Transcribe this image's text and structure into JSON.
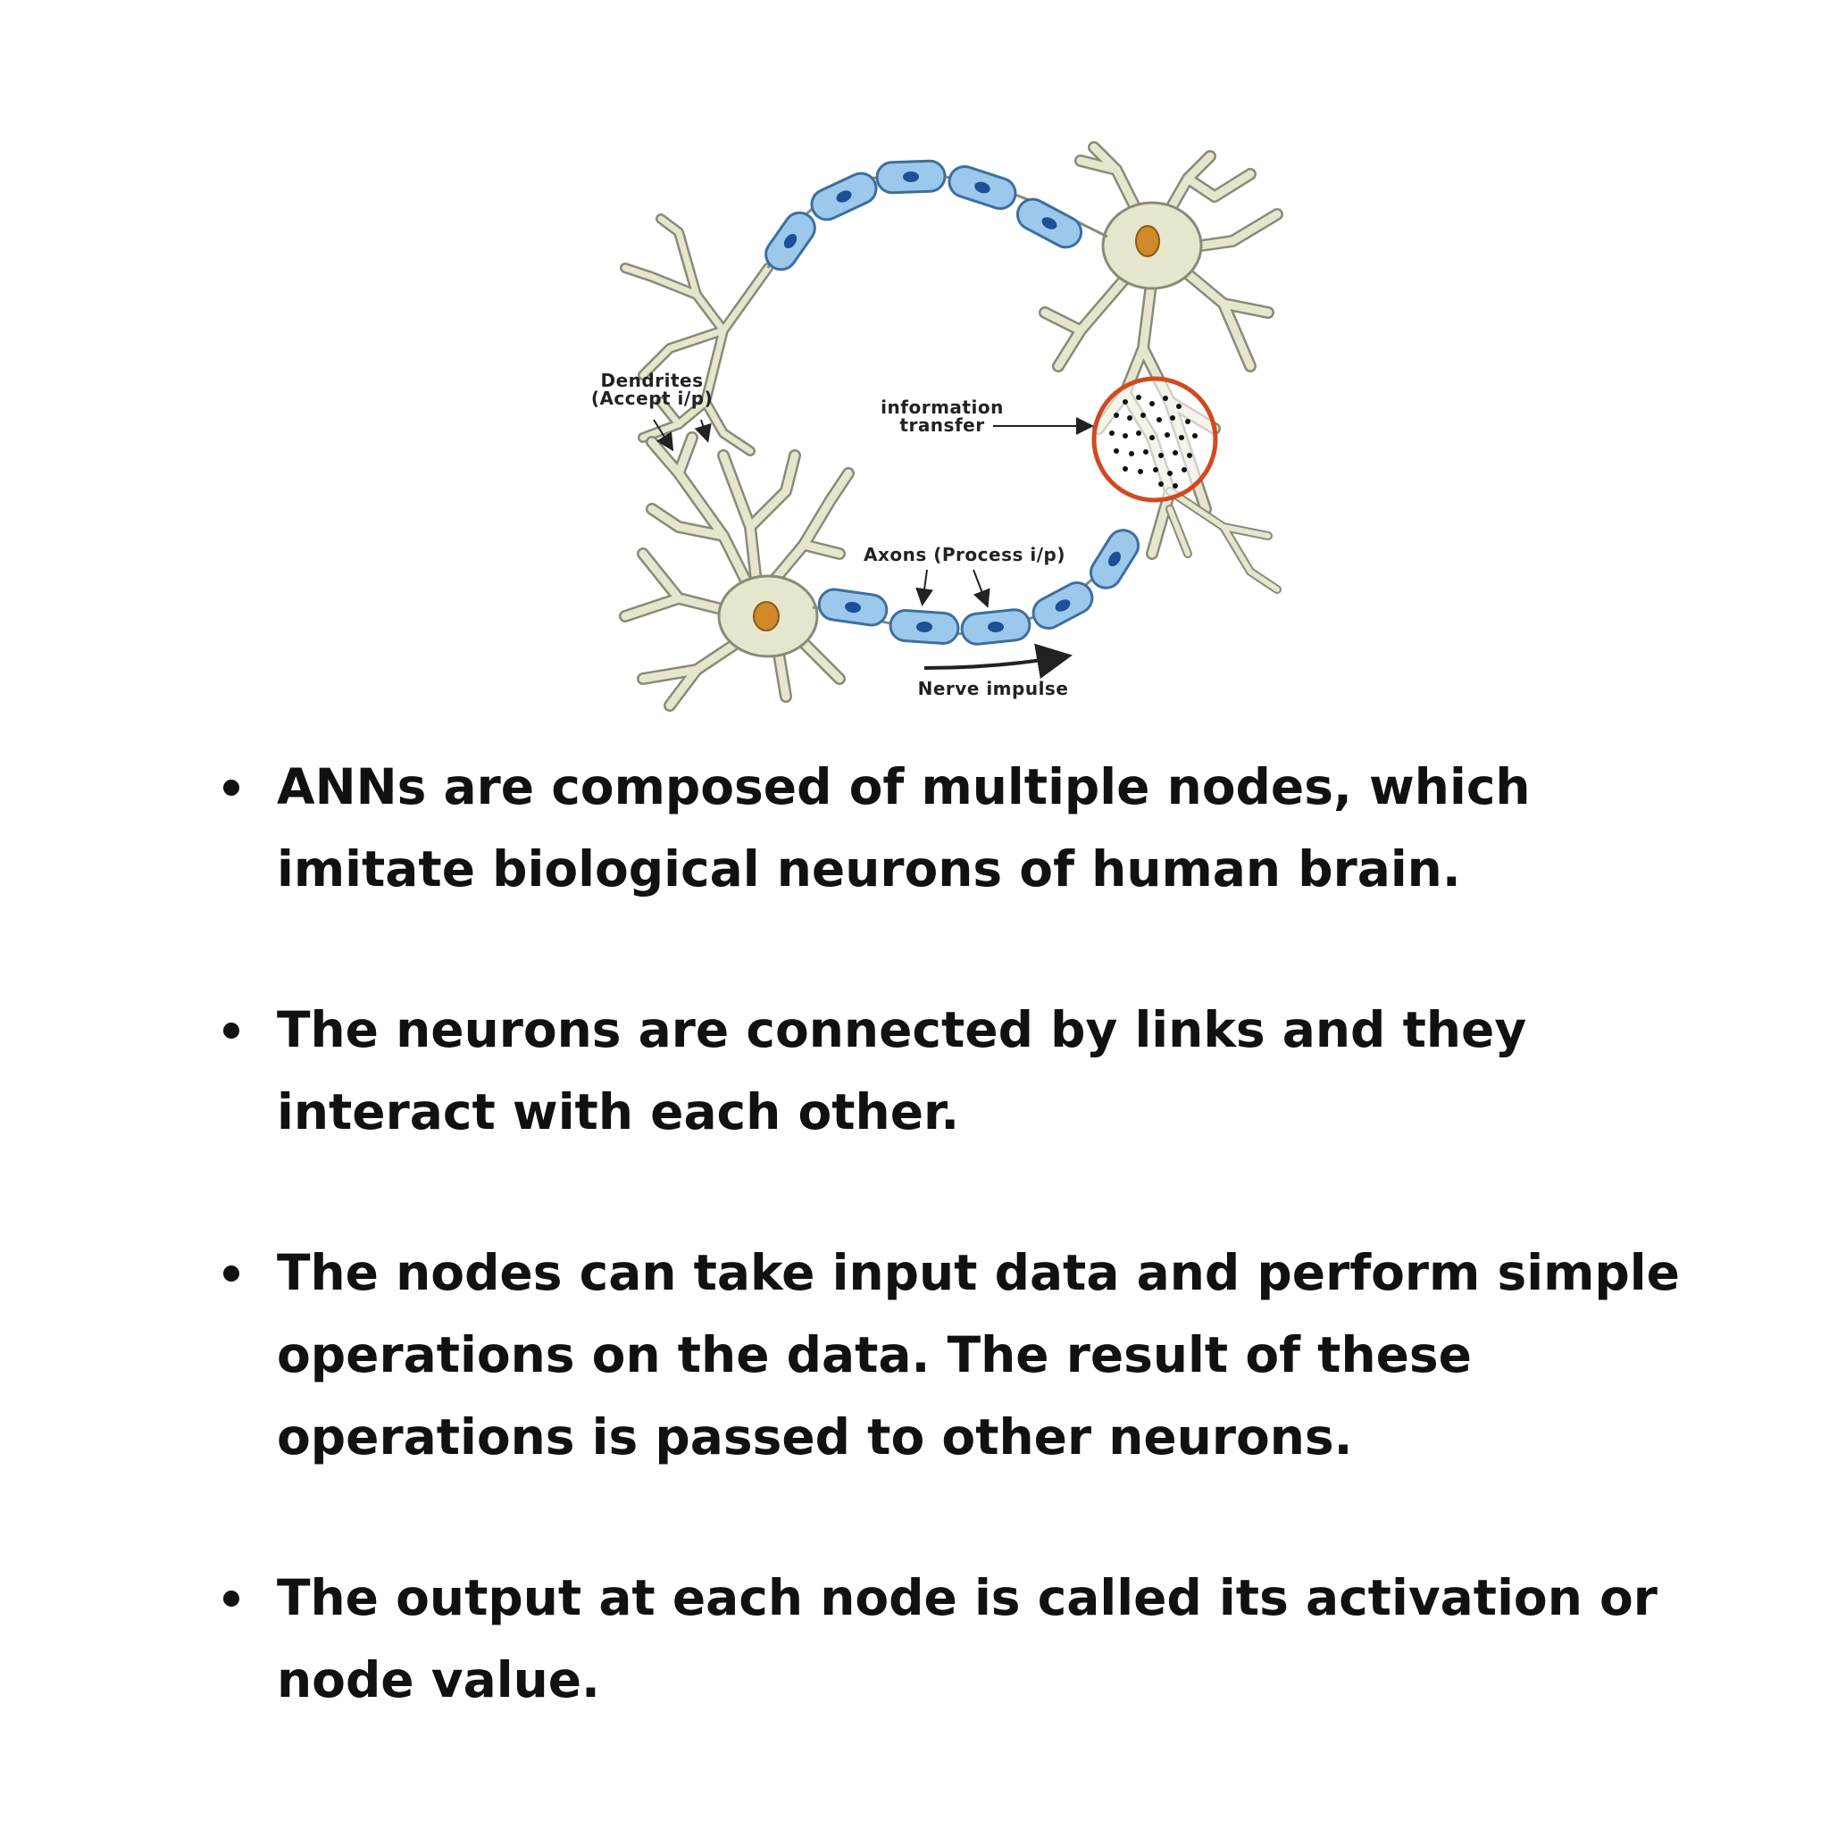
{
  "diagram": {
    "labels": {
      "dendrites_line1": "Dendrites",
      "dendrites_line2": "(Accept i/p)",
      "info_line1": "information",
      "info_line2": "transfer",
      "axons": "Axons (Process i/p)",
      "nerve_impulse": "Nerve impulse"
    },
    "colors": {
      "neuron_body": "#e6e6cf",
      "neuron_outline": "#8a8a78",
      "nucleus": "#d08a2a",
      "myelin_fill": "#9cc8ec",
      "myelin_outline": "#3d6f9e",
      "myelin_nucleus": "#1f4f99",
      "synapse_ring": "#d2491f",
      "arrow": "#222222"
    }
  },
  "bullets": [
    "ANNs are composed of multiple nodes, which imitate biological neurons of human brain.",
    "The neurons are connected by links and they interact with each other.",
    "The nodes can take input data and perform simple operations on the data. The result of these operations is passed to other neurons.",
    "The output at each node is called its activation or node value."
  ]
}
